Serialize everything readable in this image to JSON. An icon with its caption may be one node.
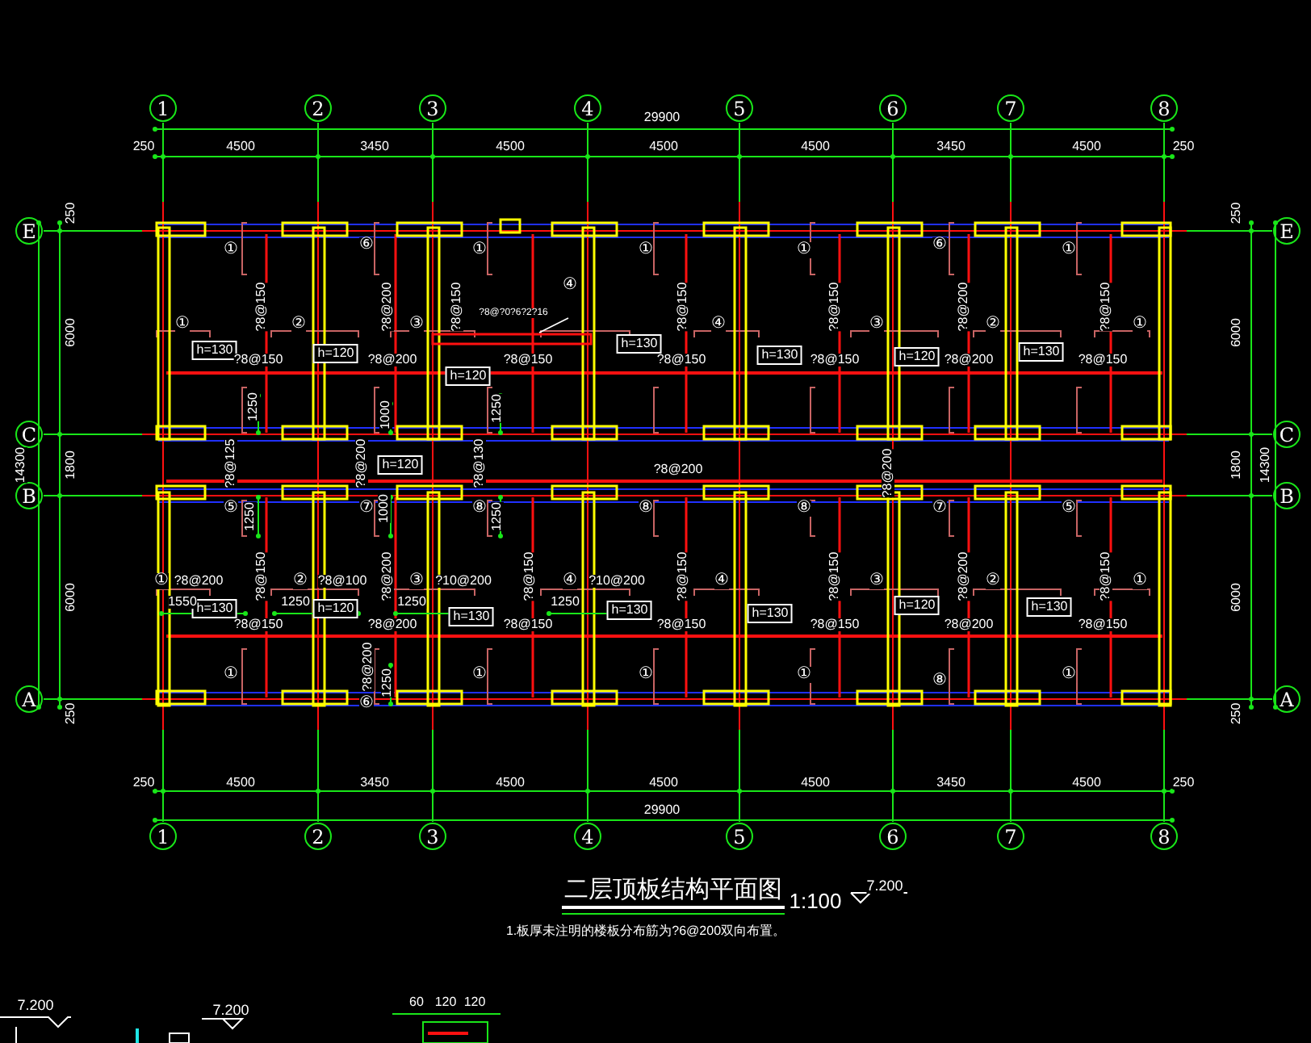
{
  "diagram": {
    "title": "二层顶板结构平面图",
    "nodes": [
      {
        "text": [
          "1"
        ]
      },
      {
        "text": [
          "2"
        ]
      },
      {
        "text": [
          "3"
        ]
      },
      {
        "text": [
          "4"
        ]
      },
      {
        "text": [
          "5"
        ]
      },
      {
        "text": [
          "6"
        ]
      },
      {
        "text": [
          "7"
        ]
      },
      {
        "text": [
          "8"
        ]
      },
      {
        "text": [
          "E"
        ]
      },
      {
        "text": [
          "E"
        ]
      },
      {
        "text": [
          "h=130"
        ]
      },
      {
        "text": [
          "h=120"
        ]
      },
      {
        "text": [
          "h=120"
        ]
      },
      {
        "text": [
          "h=130"
        ]
      },
      {
        "text": [
          "h=130"
        ]
      },
      {
        "text": [
          "h=120"
        ]
      },
      {
        "text": [
          "h=130"
        ]
      },
      {
        "text": [
          "C"
        ]
      },
      {
        "text": [
          "C"
        ]
      },
      {
        "text": [
          "h=120"
        ]
      },
      {
        "text": [
          "B"
        ]
      },
      {
        "text": [
          "B"
        ]
      },
      {
        "text": [
          "h=130"
        ]
      },
      {
        "text": [
          "h=120"
        ]
      },
      {
        "text": [
          "h=130"
        ]
      },
      {
        "text": [
          "h=130"
        ]
      },
      {
        "text": [
          "h=130"
        ]
      },
      {
        "text": [
          "h=120"
        ]
      },
      {
        "text": [
          "h=130"
        ]
      },
      {
        "text": [
          "A"
        ]
      },
      {
        "text": [
          "A"
        ]
      },
      {
        "text": [
          "1"
        ]
      },
      {
        "text": [
          "2"
        ]
      },
      {
        "text": [
          "3"
        ]
      },
      {
        "text": [
          "4"
        ]
      },
      {
        "text": [
          "5"
        ]
      },
      {
        "text": [
          "6"
        ]
      },
      {
        "text": [
          "7"
        ]
      },
      {
        "text": [
          "8"
        ]
      }
    ],
    "edges": [],
    "labels": [
      "29900",
      "250",
      "4500",
      "3450",
      "4500",
      "4500",
      "4500",
      "3450",
      "4500",
      "250",
      "250",
      "250",
      "?8@?0?6?2?16",
      "①",
      "⑥",
      "①",
      "①",
      "①",
      "⑥",
      "①",
      "④",
      "?8@150",
      "?8@200",
      "?8@150",
      "?8@150",
      "?8@150",
      "?8@200",
      "?8@150",
      "①",
      "②",
      "③",
      "④",
      "③",
      "②",
      "①",
      "6000",
      "6000",
      "?8@150",
      "?8@200",
      "?8@150",
      "?8@150",
      "?8@150",
      "?8@200",
      "?8@150",
      "1250",
      "1000",
      "1250",
      "14300",
      "1800",
      "?8@125",
      "?8@200",
      "?8@130",
      "?8@200",
      "?8@200",
      "1800",
      "14300",
      "1250",
      "1000",
      "1250",
      "⑤",
      "⑦",
      "⑧",
      "⑧",
      "⑧",
      "⑦",
      "⑤",
      "?8@150",
      "?8@200",
      "?8@150",
      "?8@150",
      "?8@150",
      "?8@200",
      "?8@150",
      "①",
      "?8@200",
      "②",
      "?8@100",
      "③",
      "?10@200",
      "④",
      "?10@200",
      "④",
      "③",
      "②",
      "①",
      "6000",
      "6000",
      "1550",
      "1250",
      "1250",
      "1250",
      "?8@150",
      "?8@200",
      "?8@150",
      "?8@150",
      "?8@150",
      "?8@200",
      "?8@150",
      "①",
      "①",
      "①",
      "①",
      "⑧",
      "①",
      "?8@200",
      "1250",
      "⑥",
      "250",
      "250",
      "250",
      "4500",
      "3450",
      "4500",
      "4500",
      "4500",
      "3450",
      "4500",
      "250",
      "29900",
      "1:100",
      "7.200",
      "1.板厚未注明的楼板分布筋为?6@200双向布置。",
      "7.200",
      "7.200",
      "60",
      "120",
      "120"
    ]
  }
}
